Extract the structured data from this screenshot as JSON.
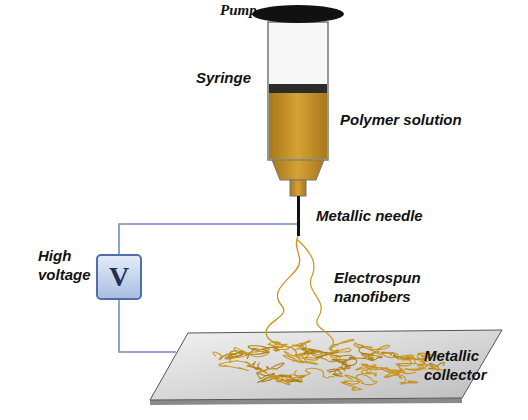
{
  "diagram": {
    "nodes": [
      {
        "text": [
          "V"
        ]
      }
    ],
    "labels": [
      "Pump",
      "Syringe",
      "Polymer solution",
      "Metallic needle",
      "High voltage",
      "Electrospun nanofibers",
      "Metallic collector"
    ]
  }
}
